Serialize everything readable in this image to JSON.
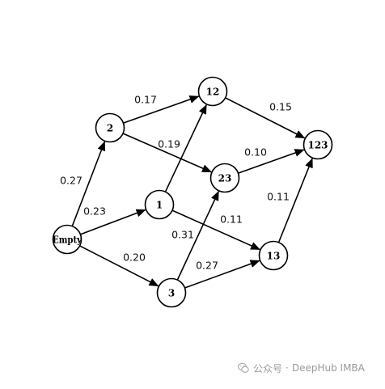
{
  "diagram": {
    "nodes": [
      {
        "id": "empty",
        "label": "Empty"
      },
      {
        "id": "n2",
        "label": "2"
      },
      {
        "id": "n1",
        "label": "1"
      },
      {
        "id": "n3",
        "label": "3"
      },
      {
        "id": "n12",
        "label": "12"
      },
      {
        "id": "n23",
        "label": "23"
      },
      {
        "id": "n13",
        "label": "13"
      },
      {
        "id": "n123",
        "label": "123"
      }
    ],
    "edges": [
      {
        "from": "empty",
        "to": "n2",
        "weight": "0.27"
      },
      {
        "from": "empty",
        "to": "n1",
        "weight": "0.23"
      },
      {
        "from": "empty",
        "to": "n3",
        "weight": "0.20"
      },
      {
        "from": "n2",
        "to": "n12",
        "weight": "0.17"
      },
      {
        "from": "n2",
        "to": "n23",
        "weight": "0.19"
      },
      {
        "from": "n1",
        "to": "n12",
        "weight": ""
      },
      {
        "from": "n1",
        "to": "n13",
        "weight": "0.11"
      },
      {
        "from": "n3",
        "to": "n23",
        "weight": "0.31"
      },
      {
        "from": "n3",
        "to": "n13",
        "weight": "0.27"
      },
      {
        "from": "n12",
        "to": "n123",
        "weight": "0.15"
      },
      {
        "from": "n23",
        "to": "n123",
        "weight": "0.10"
      },
      {
        "from": "n13",
        "to": "n123",
        "weight": "0.11"
      }
    ]
  },
  "watermark": {
    "icon": "wechat-icon",
    "brand": "公众号",
    "separator": "·",
    "account": "DeepHub IMBA"
  },
  "colors": {
    "stroke": "#000000",
    "node_fill": "#ffffff",
    "watermark_text": "#9a9a9a"
  }
}
